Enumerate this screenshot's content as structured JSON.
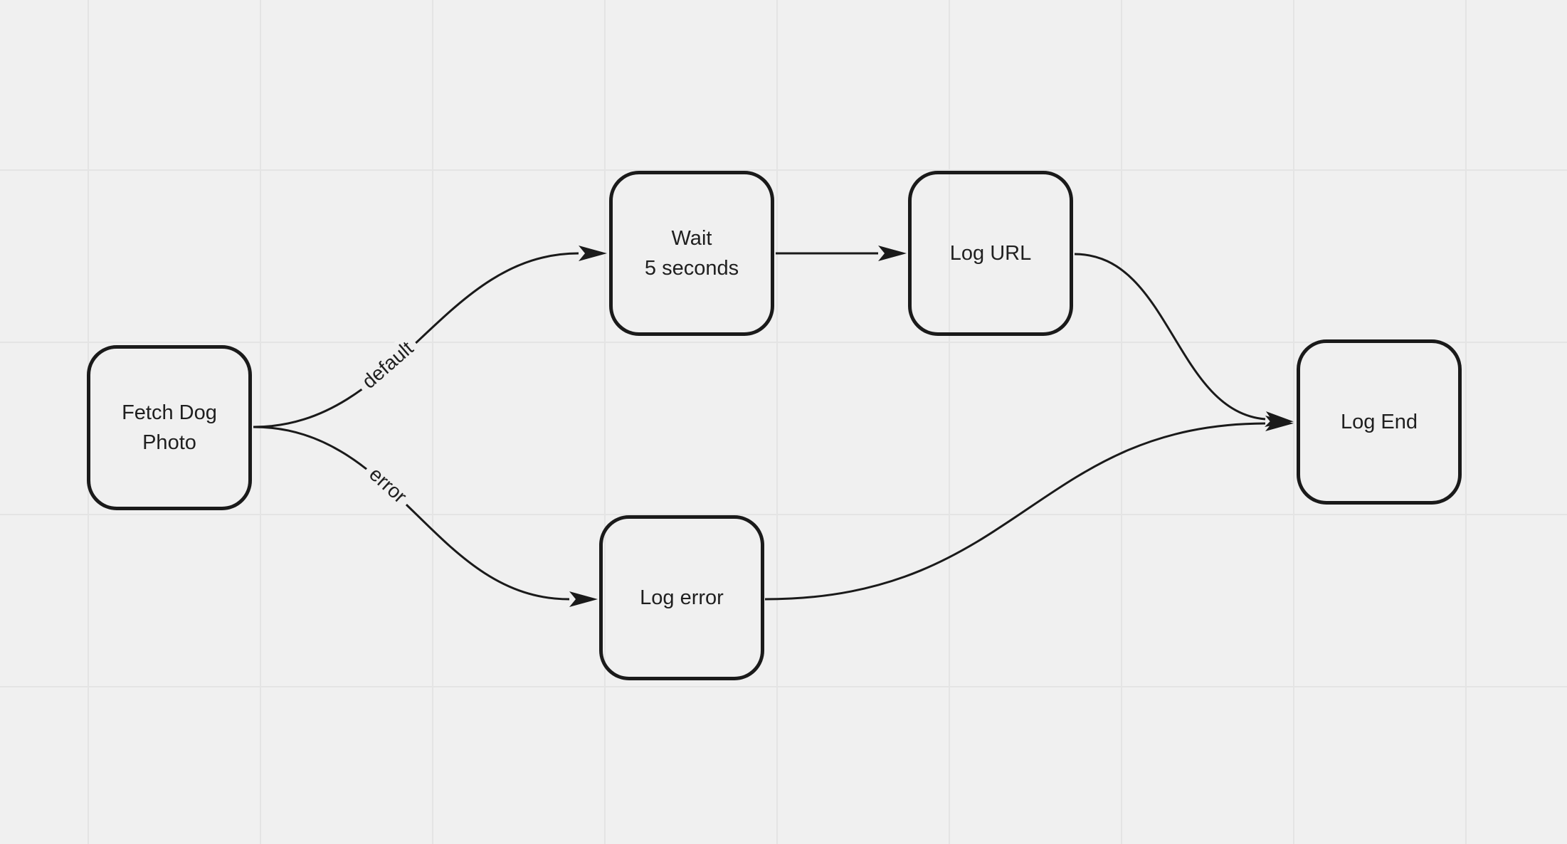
{
  "canvas": {
    "background_color": "#f0f0f0",
    "grid_color": "#e4e4e4",
    "stroke_color": "#1a1a1a",
    "text_color": "#1f1f1f"
  },
  "nodes": [
    {
      "id": "fetch-dog-photo",
      "label": "Fetch Dog Photo",
      "lines": [
        "Fetch Dog",
        "Photo"
      ]
    },
    {
      "id": "wait-5-seconds",
      "label": "Wait 5 seconds",
      "lines": [
        "Wait",
        "5 seconds"
      ]
    },
    {
      "id": "log-url",
      "label": "Log URL",
      "lines": [
        "Log URL"
      ]
    },
    {
      "id": "log-error",
      "label": "Log error",
      "lines": [
        "Log error"
      ]
    },
    {
      "id": "log-end",
      "label": "Log End",
      "lines": [
        "Log End"
      ]
    }
  ],
  "edges": [
    {
      "id": "fetch-to-wait",
      "from": "fetch-dog-photo",
      "to": "wait-5-seconds",
      "label": "default"
    },
    {
      "id": "fetch-to-log-error",
      "from": "fetch-dog-photo",
      "to": "log-error",
      "label": "error"
    },
    {
      "id": "wait-to-log-url",
      "from": "wait-5-seconds",
      "to": "log-url",
      "label": ""
    },
    {
      "id": "log-url-to-log-end",
      "from": "log-url",
      "to": "log-end",
      "label": ""
    },
    {
      "id": "log-error-to-log-end",
      "from": "log-error",
      "to": "log-end",
      "label": ""
    }
  ]
}
